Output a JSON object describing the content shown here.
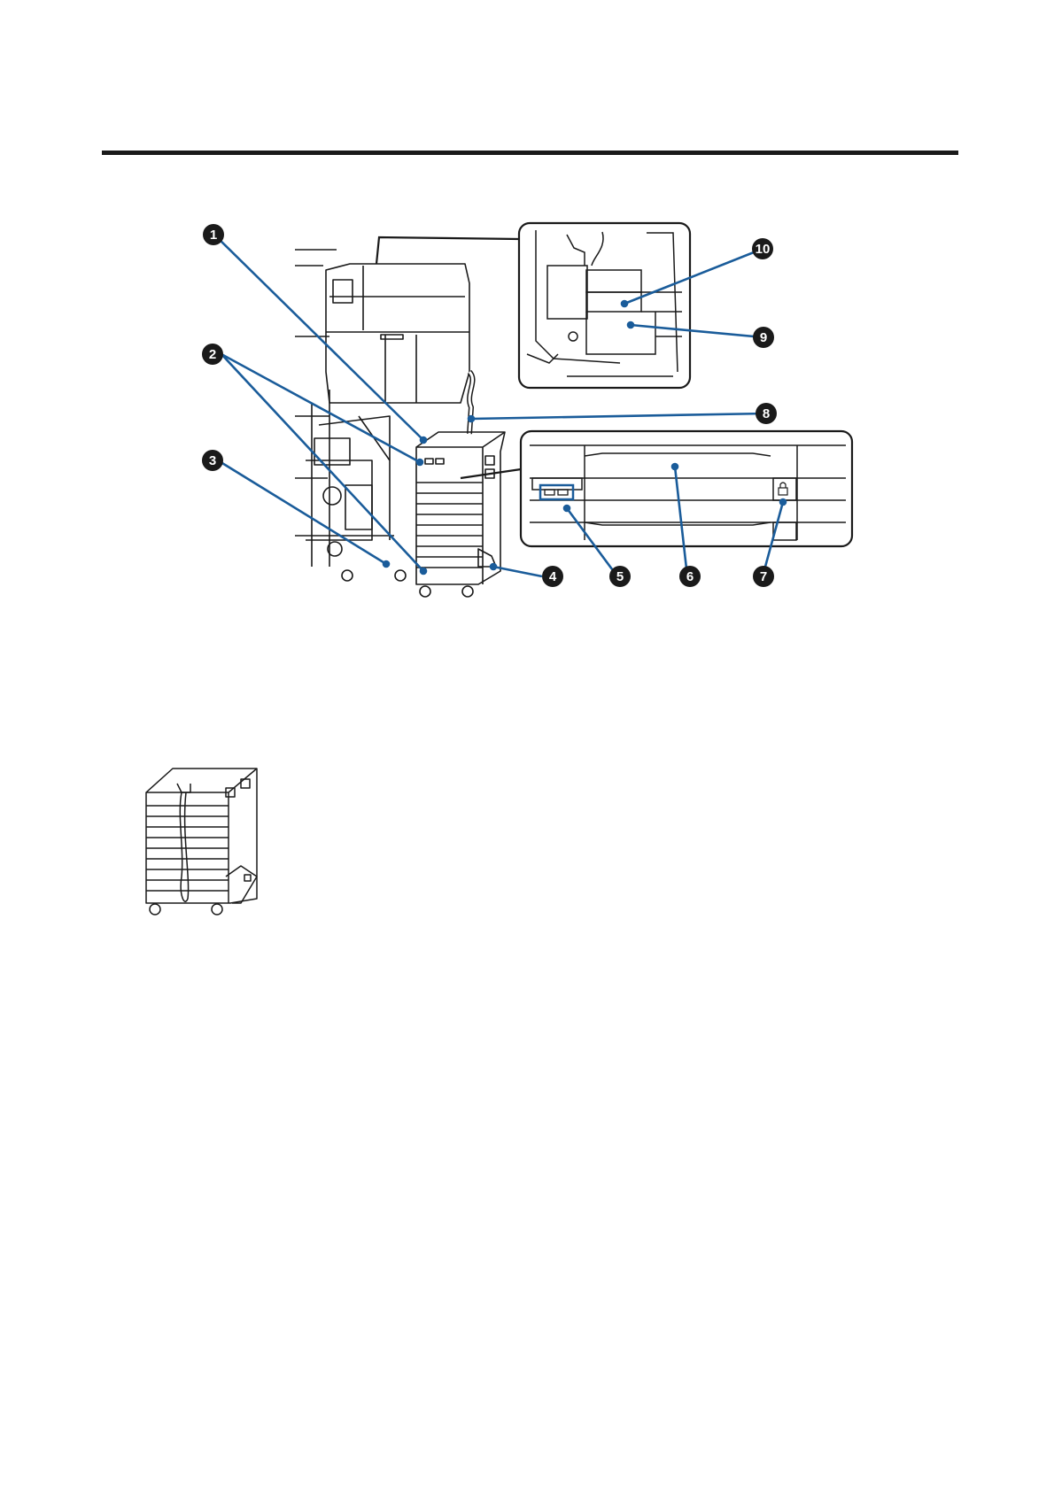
{
  "callouts": [
    "1",
    "2",
    "3",
    "4",
    "5",
    "6",
    "7",
    "8",
    "9",
    "10"
  ],
  "colors": {
    "leader": "#1a5c9a",
    "ink": "#1a1a1a",
    "rule": "#1a1a1a"
  },
  "icons": [
    "lock-icon"
  ]
}
